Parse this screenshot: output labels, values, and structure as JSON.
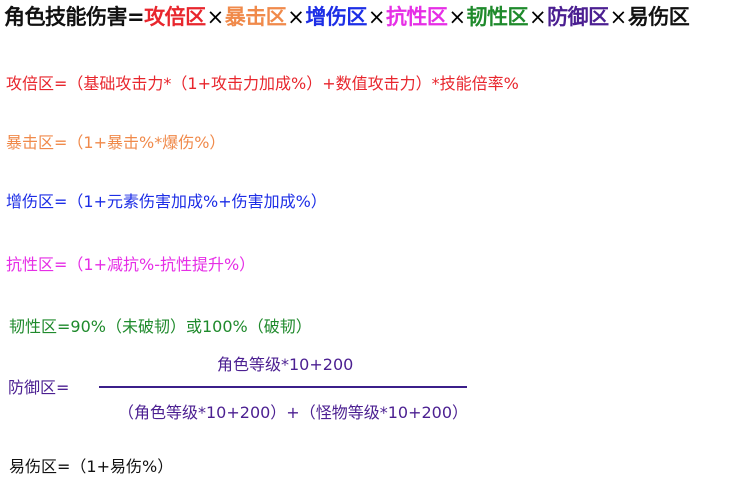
{
  "colors": {
    "black": "#111111",
    "red": "#e8262d",
    "orange": "#f08a4b",
    "blue": "#1d2ee6",
    "magenta": "#e62ee6",
    "green": "#1f8a2c",
    "purple": "#4b1f91"
  },
  "title": {
    "prefix": "角色技能伤害=",
    "sep": "×",
    "terms": [
      "攻倍区",
      "暴击区",
      "增伤区",
      "抗性区",
      "韧性区",
      "防御区",
      "易伤区"
    ]
  },
  "formulas": {
    "attack": "攻倍区=（基础攻击力*（1+攻击力加成%）+数值攻击力）*技能倍率%",
    "crit": "暴击区=（1+暴击%*爆伤%）",
    "dmg_bonus": "增伤区=（1+元素伤害加成%+伤害加成%）",
    "resist": "抗性区=（1+减抗%-抗性提升%）",
    "toughness": "韧性区=90%（未破韧）或100%（破韧）",
    "defense_label": "防御区=",
    "defense_numerator": "角色等级*10+200",
    "defense_denominator": "（角色等级*10+200）+（怪物等级*10+200）",
    "vulnerability": "易伤区=（1+易伤%）"
  }
}
